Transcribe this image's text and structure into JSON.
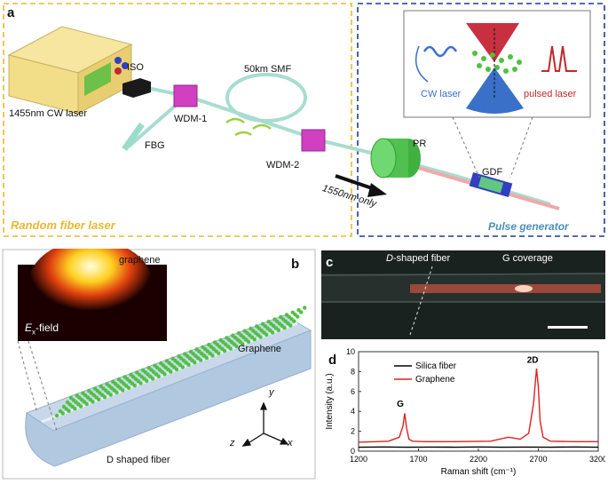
{
  "panel_a": {
    "letter": "a",
    "laser_label": "1455nm CW laser",
    "iso_label": "ISO",
    "smf_label": "50km SMF",
    "wdm1_label": "WDM-1",
    "wdm2_label": "WDM-2",
    "fbg_label": "FBG",
    "pr_label": "PR",
    "gdf_label": "GDF",
    "arrow_label": "1550nm only",
    "left_box_title": "Random fiber laser",
    "right_box_title": "Pulse generator",
    "inset_cw_label": "CW laser",
    "inset_pulsed_label": "pulsed laser"
  },
  "panel_b": {
    "letter": "b",
    "inset_title": "graphene",
    "field_label_prefix": "E",
    "field_label_sub": "x",
    "field_label_suffix": "-field",
    "graphene_label": "Graphene",
    "fiber_label": "D shaped fiber",
    "axis_y": "y",
    "axis_z": "z",
    "axis_x": "x"
  },
  "panel_c": {
    "letter": "c",
    "dfiber_prefix": "D",
    "dfiber_suffix": "-shaped fiber",
    "coverage_label": "G coverage"
  },
  "panel_d": {
    "letter": "d",
    "chart_data": {
      "type": "line",
      "xlabel": "Raman shift (cm⁻¹)",
      "ylabel": "Intensity (a.u.)",
      "xlim": [
        1200,
        3200
      ],
      "ylim": [
        0,
        10
      ],
      "xticks": [
        1200,
        1700,
        2200,
        2700,
        3200
      ],
      "yticks": [
        0,
        2,
        4,
        6,
        8,
        10
      ],
      "legend_position": "upper-left",
      "series": [
        {
          "name": "Silica fiber",
          "color": "#000000",
          "x": [
            1200,
            1400,
            1600,
            1800,
            2000,
            2200,
            2400,
            2600,
            2800,
            3000,
            3200
          ],
          "y": [
            0.4,
            0.42,
            0.4,
            0.41,
            0.4,
            0.42,
            0.4,
            0.41,
            0.4,
            0.42,
            0.4
          ]
        },
        {
          "name": "Graphene",
          "color": "#e02020",
          "x": [
            1200,
            1350,
            1450,
            1540,
            1570,
            1585,
            1600,
            1620,
            1650,
            1750,
            2000,
            2300,
            2450,
            2550,
            2620,
            2660,
            2685,
            2700,
            2715,
            2740,
            2800,
            3000,
            3200
          ],
          "y": [
            0.9,
            0.95,
            1.0,
            1.4,
            2.5,
            3.8,
            2.4,
            1.2,
            1.0,
            0.95,
            0.95,
            1.0,
            1.4,
            1.2,
            1.8,
            4.8,
            8.3,
            6.5,
            3.0,
            1.4,
            1.0,
            0.95,
            0.95
          ]
        }
      ],
      "annotations": [
        {
          "text": "G",
          "x": 1585,
          "y": 4.2
        },
        {
          "text": "2D",
          "x": 2690,
          "y": 8.6
        }
      ]
    }
  },
  "colors": {
    "left_box_border": "#e8b830",
    "right_box_border": "#1f3b8c",
    "left_title": "#e8b830",
    "right_title": "#4a90b8",
    "cw_blue": "#3a6fd0",
    "pulse_red": "#c0282a"
  }
}
